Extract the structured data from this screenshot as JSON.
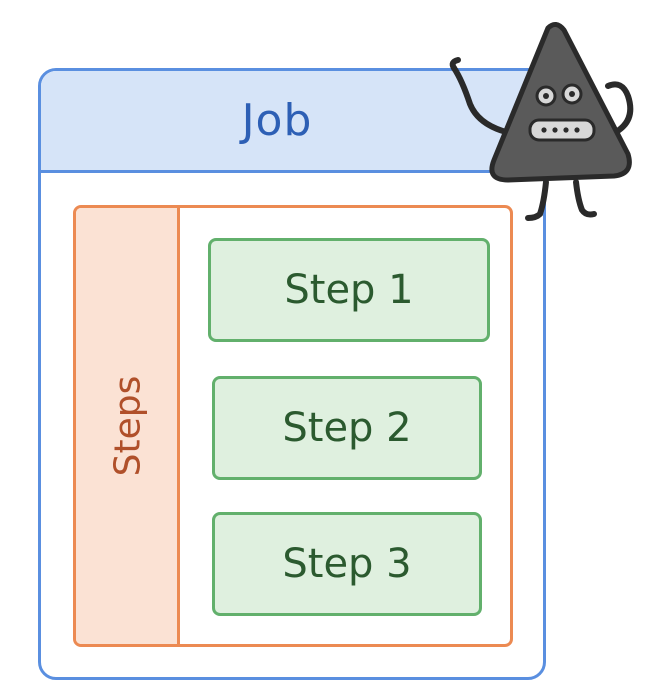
{
  "job": {
    "title": "Job",
    "border_color": "#5a8fe0",
    "header_fill": "#d6e4f8"
  },
  "steps": {
    "label": "Steps",
    "border_color": "#ec8a52",
    "side_fill": "#fbe2d4",
    "items": [
      {
        "label": "Step 1"
      },
      {
        "label": "Step 2"
      },
      {
        "label": "Step 3"
      }
    ],
    "step_border_color": "#62b06c",
    "step_fill": "#dff0df"
  },
  "mascot": {
    "icon": "triangle-robot-mascot-icon"
  }
}
